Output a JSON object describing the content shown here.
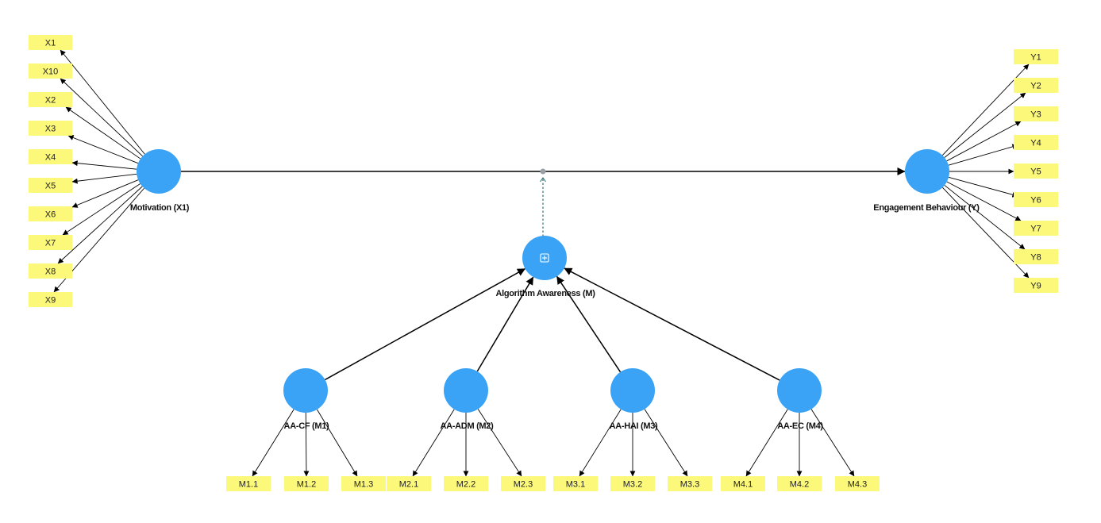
{
  "colors": {
    "latent": "#3aa3f5",
    "indicator": "#fcf87a",
    "edge": "#000000",
    "moderation_link": "#2b6f73"
  },
  "latents": {
    "x1": {
      "label": "Motivation (X1)"
    },
    "y": {
      "label": "Engagement Behaviour (Y)"
    },
    "m": {
      "label": "Algorithm Awareness (M)",
      "icon": "expand-icon"
    },
    "m1": {
      "label": "AA-CF (M1)"
    },
    "m2": {
      "label": "AA-ADM (M2)"
    },
    "m3": {
      "label": "AA-HAI (M3)"
    },
    "m4": {
      "label": "AA-EC (M4)"
    }
  },
  "indicators": {
    "x": [
      "X1",
      "X10",
      "X2",
      "X3",
      "X4",
      "X5",
      "X6",
      "X7",
      "X8",
      "X9"
    ],
    "y": [
      "Y1",
      "Y2",
      "Y3",
      "Y4",
      "Y5",
      "Y6",
      "Y7",
      "Y8",
      "Y9"
    ],
    "m1": [
      "M1.1",
      "M1.2",
      "M1.3"
    ],
    "m2": [
      "M2.1",
      "M2.2",
      "M2.3"
    ],
    "m3": [
      "M3.1",
      "M3.2",
      "M3.3"
    ],
    "m4": [
      "M4.1",
      "M4.2",
      "M4.3"
    ]
  }
}
